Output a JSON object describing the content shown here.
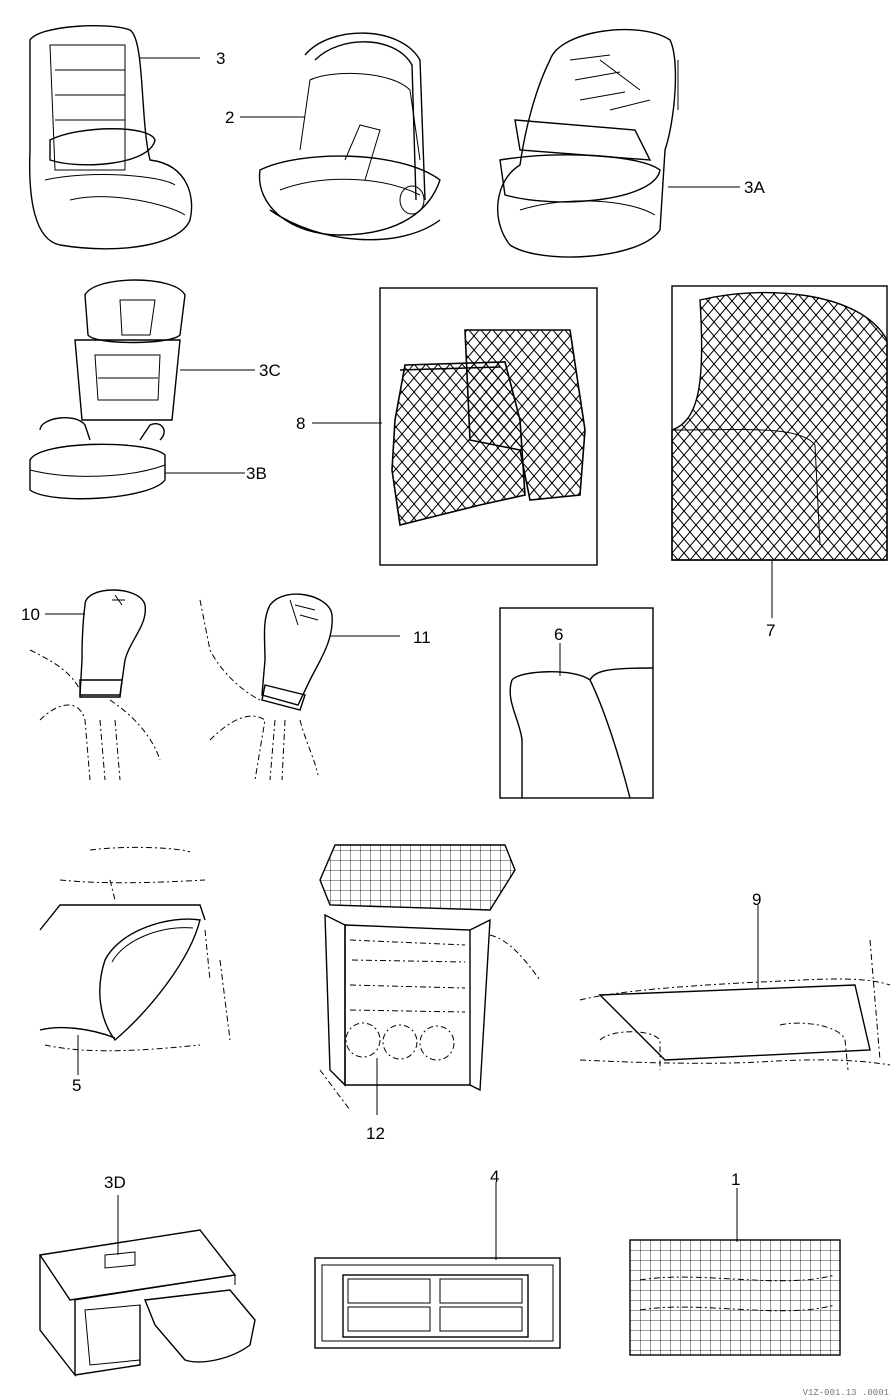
{
  "callouts": {
    "c1": "1",
    "c2": "2",
    "c3": "3",
    "c3a": "3A",
    "c3b": "3B",
    "c3c": "3C",
    "c3d": "3D",
    "c4": "4",
    "c5": "5",
    "c6": "6",
    "c7": "7",
    "c8": "8",
    "c9": "9",
    "c10": "10",
    "c11": "11",
    "c12": "12"
  },
  "footer": {
    "code": "V1Z-001.13 .0001"
  }
}
